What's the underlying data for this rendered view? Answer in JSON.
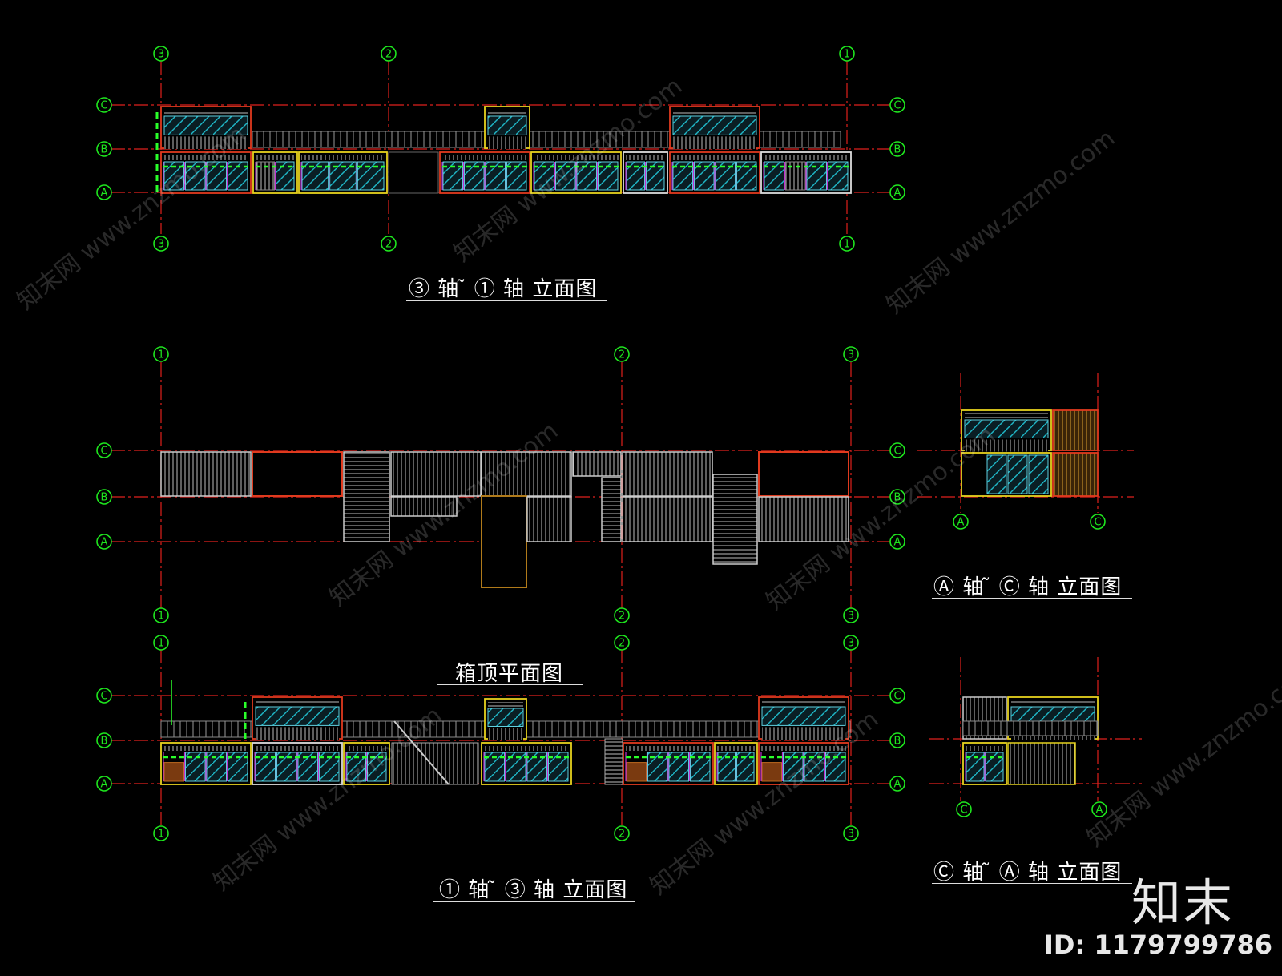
{
  "titles": {
    "elev_3_1": "③ 轴 ̃ ① 轴  立面图",
    "roof_plan": "箱顶平面图",
    "elev_a_c": "Ⓐ 轴 ̃ Ⓒ 轴  立面图",
    "elev_1_3": "① 轴 ̃ ③ 轴  立面图",
    "elev_c_a": "Ⓒ 轴 ̃ Ⓐ 轴  立面图"
  },
  "axis_labels": {
    "one": "1",
    "two": "2",
    "three": "3",
    "a": "A",
    "b": "B",
    "c": "C"
  },
  "watermark": {
    "site_cn": "知末网",
    "site_url": "www.znzmo.com"
  },
  "logo": "知末",
  "id_text": "ID: 1179799786",
  "colors": {
    "background": "#000000",
    "axis_line": "#e0201c",
    "axis_bubble": "#1ee61e",
    "outline_red": "#e03a1e",
    "outline_yellow": "#e6d21e",
    "glass_cyan": "#1fb8c8",
    "louver_grey": "#c8c8c8",
    "green_dash": "#2aff2a",
    "magenta": "#c030d0",
    "brown": "#b07a1a"
  }
}
